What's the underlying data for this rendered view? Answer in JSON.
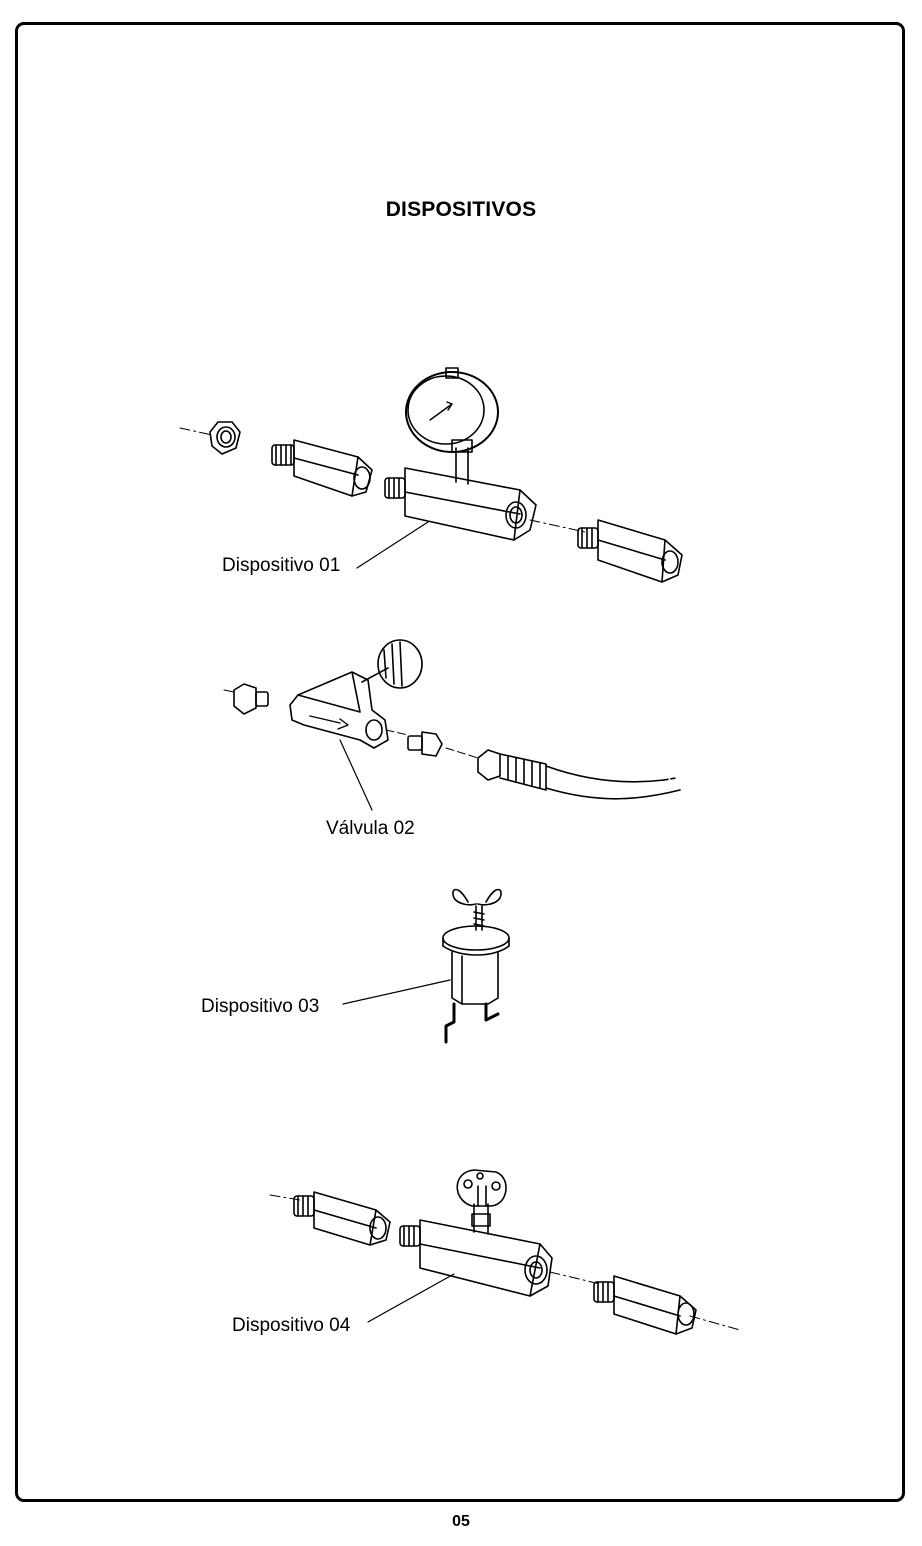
{
  "page": {
    "title": "DISPOSITIVOS",
    "page_number": "05"
  },
  "devices": [
    {
      "label": "Dispositivo 01"
    },
    {
      "label": "Válvula 02"
    },
    {
      "label": "Dispositivo 03"
    },
    {
      "label": "Dispositivo 04"
    }
  ]
}
